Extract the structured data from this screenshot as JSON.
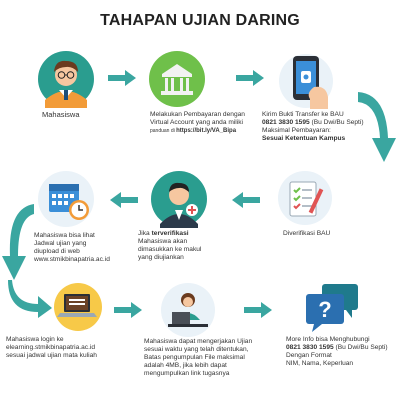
{
  "title": "TAHAPAN UJIAN DARING",
  "steps": {
    "s1": {
      "label": "Mahasiswa"
    },
    "s2": {
      "line1": "Melakukan Pembayaran dengan",
      "line2": "Virtual Account yang anda miliki",
      "small": "panduan di",
      "link": "https://bit.ly/VA_Bipa"
    },
    "s3": {
      "line1": "Kirim Bukti Transfer ke BAU",
      "phone": "0821 3830 1595",
      "phone_note": "(Bu Dwi/Bu Septi)",
      "line3": "Maksimal  Pembayaran:",
      "line4": "Sesuai Ketentuan Kampus"
    },
    "s4": {
      "label": "Diverifikasi BAU"
    },
    "s5": {
      "prefix": "Jika",
      "bold": "terverifikasi",
      "line2": "Mahasiswa akan",
      "line3": "dimasukkan ke makul",
      "line4": "yang diujiankan"
    },
    "s6": {
      "line1": "Mahasiswa bisa lihat",
      "line2": "Jadwal ujian yang",
      "line3": "diupload di web",
      "line4": "www.stmikbinapatria.ac.id"
    },
    "s7": {
      "line1": "Mahasiswa login ke",
      "line2": "elearning.stmikbinapatria.ac.id",
      "line3": "sesuai jadwal ujian mata kuliah"
    },
    "s8": {
      "line1": "Mahasiswa dapat mengerjakan Ujian",
      "line2": "sesuai waktu yang telah ditentukan,",
      "line3": "Batas pengumpulan File maksimal",
      "line4": "adalah 4MB, jika lebih dapat",
      "line5": "mengumpulkan link tugasnya"
    },
    "s9": {
      "line1": "More Info bisa Menghubungi",
      "phone": "0821 3830 1595",
      "phone_note": "(Bu Dwi/Bu Septi)",
      "line3": "Dengan Format",
      "line4": "NIM, Nama, Keperluan"
    }
  },
  "icons": {
    "student": "student-avatar-icon",
    "bank": "bank-icon",
    "phone": "smartphone-icon",
    "checklist": "checklist-icon",
    "officer": "verified-officer-icon",
    "calendar": "calendar-clock-icon",
    "laptop": "laptop-login-icon",
    "worker": "student-working-icon",
    "question": "question-bubble-icon"
  },
  "colors": {
    "circle_bg": "#2a9d8f",
    "arrow": "#3aa6a0",
    "accent_green": "#6fc04a",
    "dark_text": "#222222"
  }
}
